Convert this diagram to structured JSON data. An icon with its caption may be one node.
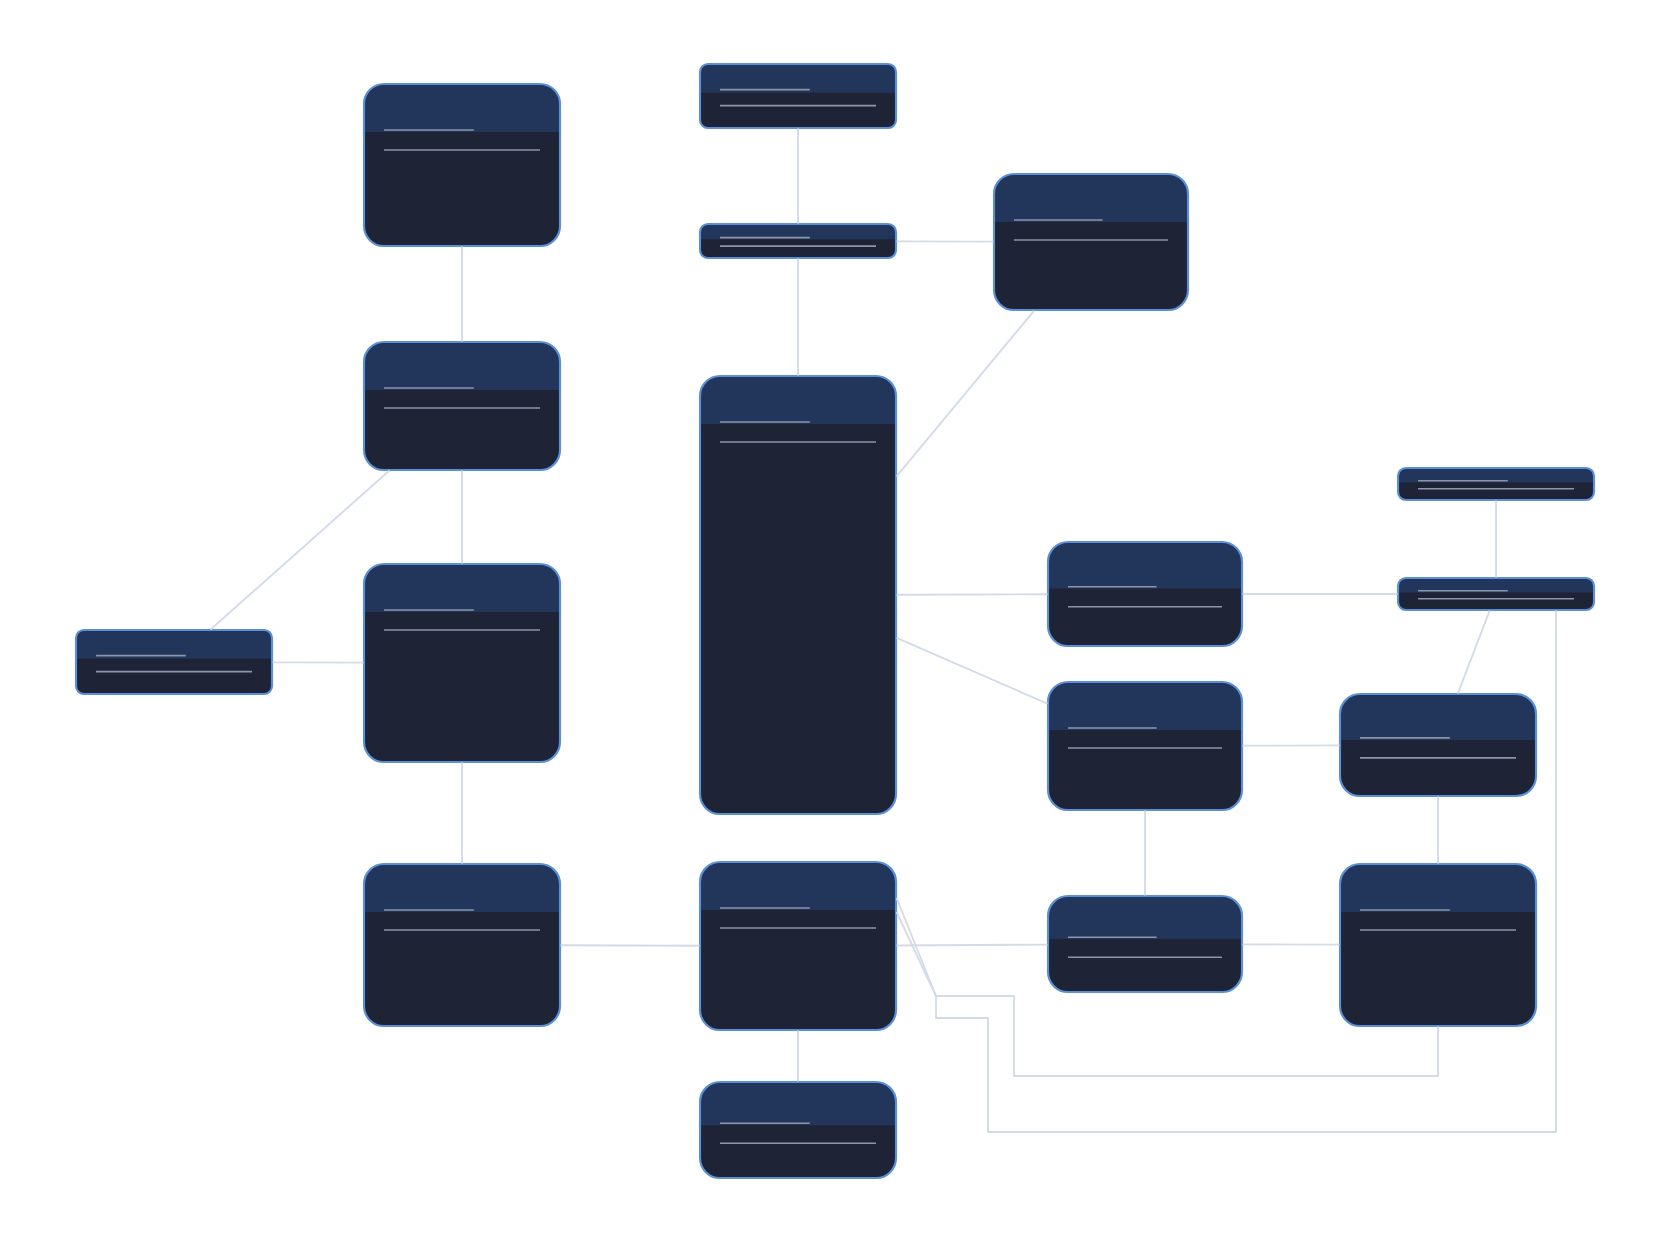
{
  "diagram": {
    "nodes": [
      {
        "text": [],
        "shape": "box"
      },
      {
        "text": [],
        "shape": "box"
      },
      {
        "text": [],
        "shape": "box"
      },
      {
        "text": [],
        "shape": "box"
      },
      {
        "text": [],
        "shape": "box"
      },
      {
        "text": [],
        "shape": "box"
      },
      {
        "text": [],
        "shape": "box"
      },
      {
        "text": [],
        "shape": "box"
      },
      {
        "text": [],
        "shape": "box"
      },
      {
        "text": [],
        "shape": "box"
      },
      {
        "text": [],
        "shape": "box"
      },
      {
        "text": [],
        "shape": "box"
      },
      {
        "text": [],
        "shape": "box"
      },
      {
        "text": [],
        "shape": "box"
      },
      {
        "text": [],
        "shape": "box"
      },
      {
        "text": [],
        "shape": "box"
      },
      {
        "text": [],
        "shape": "box"
      },
      {
        "text": [],
        "shape": "box"
      }
    ],
    "edges": [
      {
        "from": 0,
        "to": 4,
        "arrow": "none"
      },
      {
        "from": 1,
        "to": 2,
        "arrow": "none"
      },
      {
        "from": 2,
        "to": 3,
        "arrow": "none"
      },
      {
        "from": 2,
        "to": 5,
        "arrow": "none"
      },
      {
        "from": 3,
        "to": 5,
        "arrow": "none"
      },
      {
        "from": 4,
        "to": 10,
        "arrow": "none"
      },
      {
        "from": 4,
        "to": 9,
        "arrow": "none"
      },
      {
        "from": 9,
        "to": 10,
        "arrow": "none"
      },
      {
        "from": 10,
        "to": 13,
        "arrow": "none"
      },
      {
        "from": 13,
        "to": 14,
        "arrow": "none"
      },
      {
        "from": 14,
        "to": 17,
        "arrow": "none"
      },
      {
        "from": 14,
        "to": 15,
        "arrow": "none"
      },
      {
        "from": 15,
        "to": 16,
        "arrow": "none"
      },
      {
        "from": 5,
        "to": 7,
        "arrow": "none"
      },
      {
        "from": 7,
        "to": 8,
        "arrow": "none"
      },
      {
        "from": 5,
        "to": 11,
        "arrow": "none"
      },
      {
        "from": 11,
        "to": 12,
        "arrow": "none"
      },
      {
        "from": 11,
        "to": 15,
        "arrow": "none"
      },
      {
        "from": 6,
        "to": 8,
        "arrow": "none"
      },
      {
        "from": 8,
        "to": 12,
        "arrow": "none"
      },
      {
        "from": 12,
        "to": 16,
        "arrow": "none"
      },
      {
        "from": 14,
        "to": 16,
        "arrow": "none"
      },
      {
        "from": 14,
        "to": 8,
        "arrow": "none"
      }
    ]
  }
}
